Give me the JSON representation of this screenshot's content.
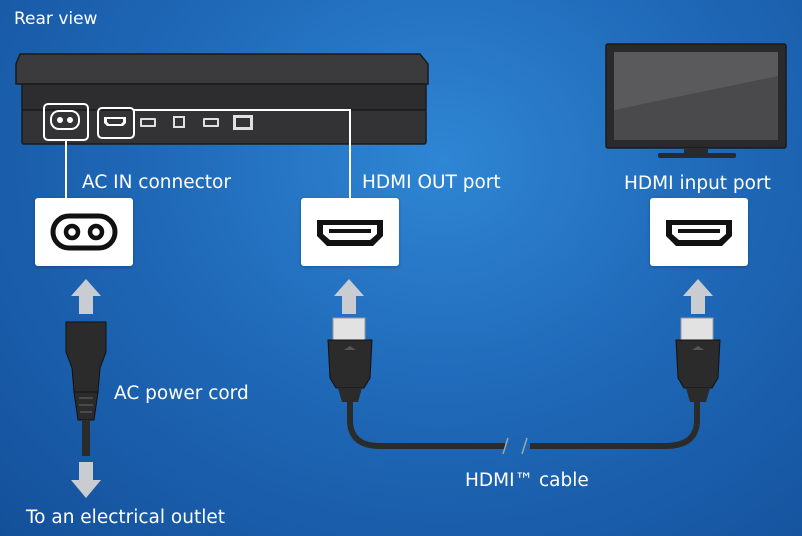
{
  "title": "Rear view",
  "labels": {
    "ac_in": "AC IN connector",
    "hdmi_out": "HDMI OUT port",
    "hdmi_input": "HDMI input port",
    "power_cord": "AC power cord",
    "hdmi_cable": "HDMI™ cable",
    "outlet": "To an electrical outlet"
  },
  "colors": {
    "background": "#1f69b8",
    "device": "#333336",
    "connector": "#2b2b2b",
    "arrow": "#c9ccd1",
    "highlight": "#ffffff"
  },
  "icons": [
    "ac-in-icon",
    "hdmi-port-icon",
    "hdmi-plug-icon",
    "power-plug-icon",
    "arrow-up-icon",
    "arrow-down-icon",
    "tv-icon"
  ]
}
